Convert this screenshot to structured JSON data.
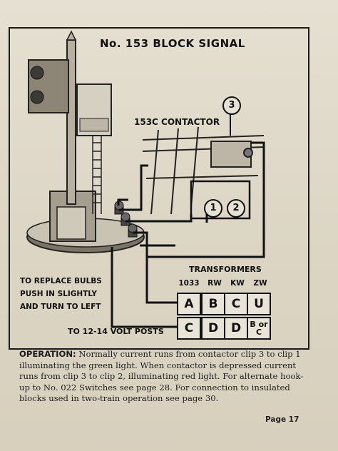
{
  "title": "No. 153 BLOCK SIGNAL",
  "contactor": {
    "label": "153C CONTACTOR",
    "clip_top": "3",
    "clip_left": "1",
    "clip_right": "2"
  },
  "bulb_note": {
    "line1": "TO REPLACE BULBS",
    "line2": "PUSH IN SLIGHTLY",
    "line3": "AND TURN TO LEFT"
  },
  "volt_note": "TO 12-14 VOLT POSTS",
  "transformers": {
    "heading": "TRANSFORMERS",
    "columns": [
      "1033",
      "RW",
      "KW",
      "ZW"
    ],
    "row_top": [
      "A",
      "B",
      "C",
      "U"
    ],
    "row_bottom": [
      "C",
      "D",
      "D",
      "B or C"
    ]
  },
  "operation": {
    "lead": "OPERATION:",
    "text": "Normally current runs from contactor clip 3 to clip 1 illuminating the green light. When contactor is depressed current runs from clip 3 to clip 2, illuminating red light. For alternate hook-up to No. 022 Switches see page 28. For connection to insulated blocks used in two-train operation see page 30."
  },
  "page_label": "Page 17"
}
